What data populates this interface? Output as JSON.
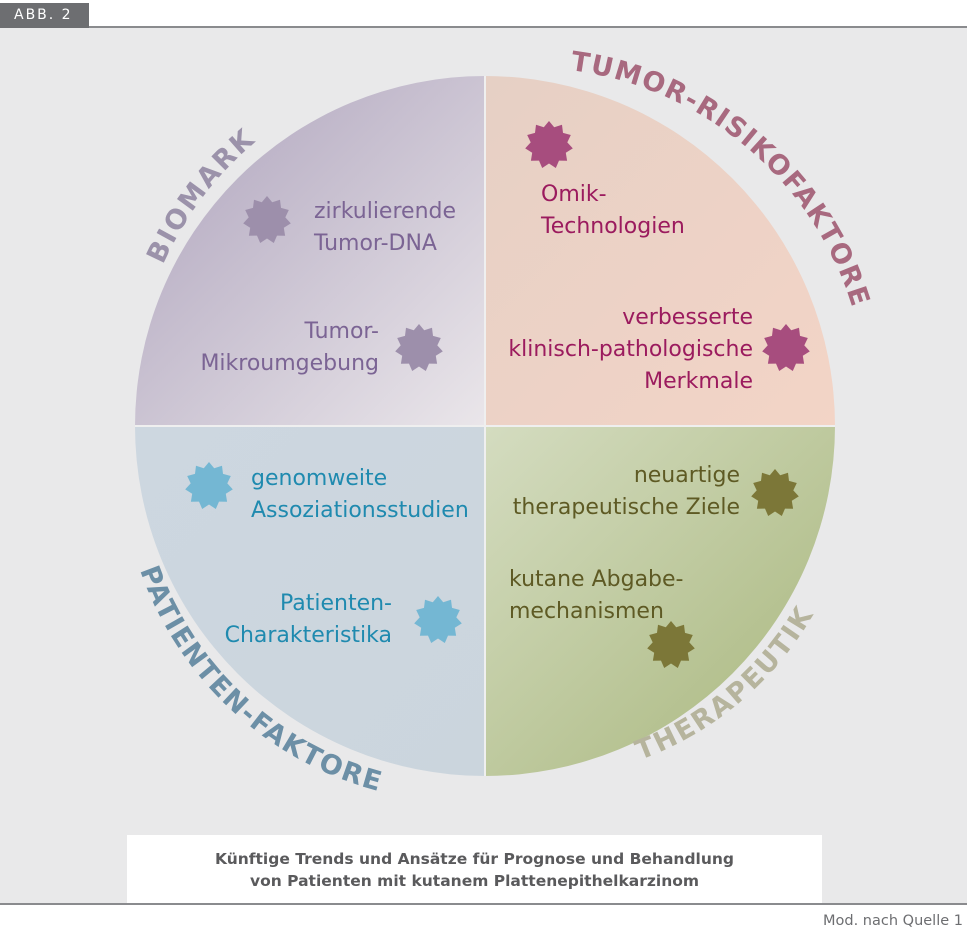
{
  "figure_label": "ABB. 2",
  "quadrants": {
    "biomarker": {
      "title": "BIOMARKER",
      "color": "#a69bb4",
      "title_color": "#9b92aa",
      "star_color": "#9d8fab",
      "text_color": "#7b6494",
      "items": [
        {
          "lines": [
            "zirkulierende",
            "Tumor-DNA"
          ]
        },
        {
          "lines": [
            "Tumor-",
            "Mikroumgebung"
          ]
        }
      ]
    },
    "tumor_risk": {
      "title": "TUMOR-RISIKOFAKTOREN",
      "color": "#f0cfc0",
      "title_color": "#a8697f",
      "star_color": "#a74d7e",
      "text_color": "#9b1b5e",
      "items": [
        {
          "lines": [
            "Omik-",
            "Technologien"
          ]
        },
        {
          "lines": [
            "verbesserte",
            "klinisch-pathologische",
            "Merkmale"
          ]
        }
      ]
    },
    "patient": {
      "title": "PATIENTEN-FAKTOREN",
      "color": "#c9d5df",
      "title_color": "#6c8fa6",
      "star_color": "#74b7d3",
      "text_color": "#1f8aaf",
      "items": [
        {
          "lines": [
            "genomweite",
            "Assoziationsstudien"
          ]
        },
        {
          "lines": [
            "Patienten-",
            "Charakteristika"
          ]
        }
      ]
    },
    "therapeutics": {
      "title": "THERAPEUTIKA",
      "color": "#b3c08e",
      "title_color": "#b6b49d",
      "star_color": "#7c7738",
      "text_color": "#5e5a24",
      "items": [
        {
          "lines": [
            "neuartige",
            "therapeutische Ziele"
          ]
        },
        {
          "lines": [
            "kutane Abgabe-",
            "mechanismen"
          ]
        }
      ]
    }
  },
  "caption": {
    "line1": "Künftige Trends und Ansätze für Prognose und Behandlung",
    "line2": "von Patienten mit kutanem Plattenepithelkarzinom"
  },
  "source": "Mod. nach Quelle 1"
}
